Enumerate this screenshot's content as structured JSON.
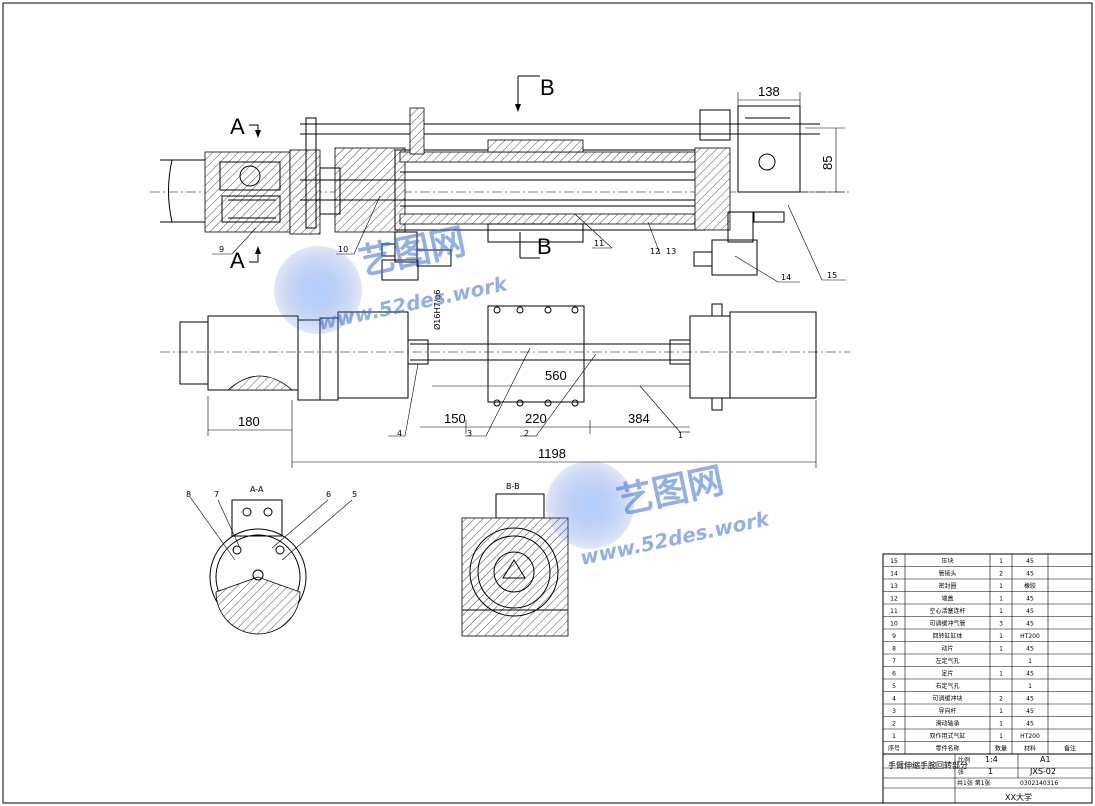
{
  "section_labels": {
    "a_top": "A",
    "a_bottom": "A",
    "b_top": "B",
    "b_bottom": "B",
    "aa_title": "A-A",
    "bb_title": "B-B"
  },
  "dimensions": {
    "d138": "138",
    "d85": "85",
    "d560": "560",
    "d180": "180",
    "d150": "150",
    "d220": "220",
    "d384": "384",
    "d1198": "1198",
    "d_dia": "Ø16H7/g6"
  },
  "callouts": {
    "c1": "1",
    "c2": "2",
    "c3": "3",
    "c4": "4",
    "c5": "5",
    "c6": "6",
    "c7": "7",
    "c8": "8",
    "c9": "9",
    "c10": "10",
    "c11": "11",
    "c12": "12",
    "c13": "13",
    "c14": "14",
    "c15": "15"
  },
  "watermark": {
    "cn": "艺图网",
    "url": "www.52des.work"
  },
  "parts_table": {
    "rows": [
      {
        "no": "15",
        "name": "压块",
        "qty": "1",
        "mat": "45"
      },
      {
        "no": "14",
        "name": "管接头",
        "qty": "2",
        "mat": "45"
      },
      {
        "no": "13",
        "name": "密封圈",
        "qty": "1",
        "mat": "橡胶"
      },
      {
        "no": "12",
        "name": "端盖",
        "qty": "1",
        "mat": "45"
      },
      {
        "no": "11",
        "name": "空心活塞连杆",
        "qty": "1",
        "mat": "45"
      },
      {
        "no": "10",
        "name": "可调缓冲气管",
        "qty": "3",
        "mat": "45"
      },
      {
        "no": "9",
        "name": "回转缸缸体",
        "qty": "1",
        "mat": "HT200"
      },
      {
        "no": "8",
        "name": "动片",
        "qty": "1",
        "mat": "45"
      },
      {
        "no": "7",
        "name": "左定气孔",
        "qty": "",
        "mat": "1"
      },
      {
        "no": "6",
        "name": "定片",
        "qty": "1",
        "mat": "45"
      },
      {
        "no": "5",
        "name": "右定气孔",
        "qty": "",
        "mat": "1"
      },
      {
        "no": "4",
        "name": "可调缓冲块",
        "qty": "2",
        "mat": "45"
      },
      {
        "no": "3",
        "name": "导向杆",
        "qty": "1",
        "mat": "45"
      },
      {
        "no": "2",
        "name": "滑动轴承",
        "qty": "1",
        "mat": "45"
      },
      {
        "no": "1",
        "name": "双作用式气缸",
        "qty": "1",
        "mat": "HT200"
      }
    ],
    "header": {
      "no": "序号",
      "name": "零件名称",
      "qty": "数量",
      "mat": "材料",
      "note": "备注"
    }
  },
  "title_block": {
    "drawing_name": "手臂伸缩手腕回转部分",
    "scale_label": "比例",
    "scale": "1:4",
    "sheet_label": "张",
    "size": "A1",
    "count": "1",
    "code": "JXS-02",
    "sheets": "共1张 第1张",
    "number": "0302140316",
    "school": "XX大学"
  }
}
